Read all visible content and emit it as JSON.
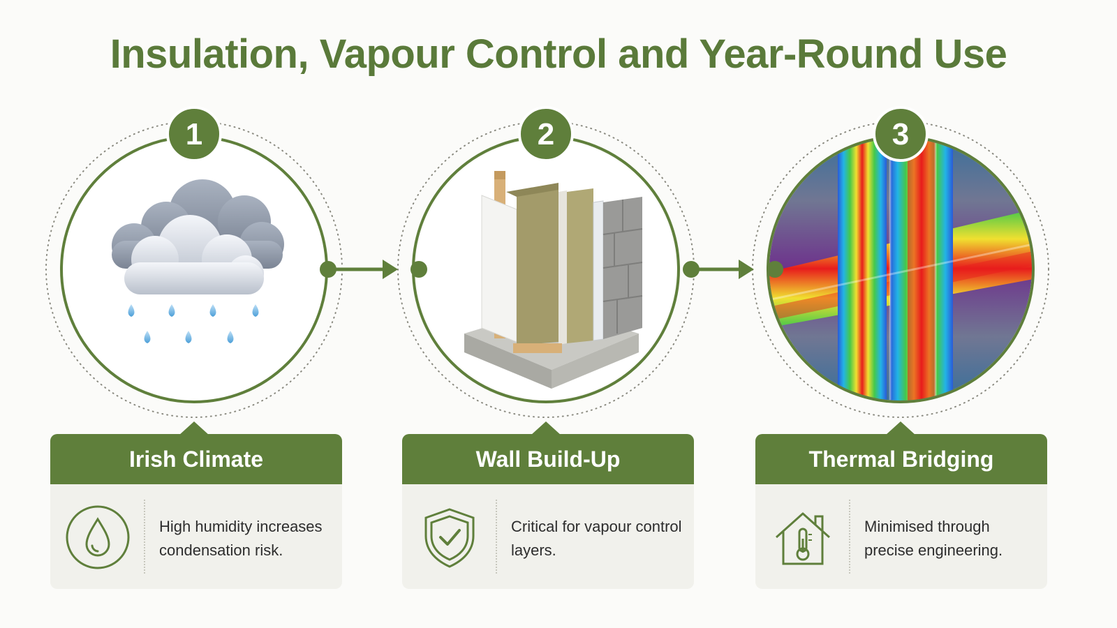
{
  "title": "Insulation, Vapour Control and Year-Round Use",
  "colors": {
    "brand_green": "#5f7f3b",
    "title_green": "#5a7a3a",
    "card_background": "#f1f1ec"
  },
  "steps": [
    {
      "number": "1",
      "heading": "Irish Climate",
      "text": "High humidity increases condensation risk.",
      "illustration": "rain-cloud",
      "icon": "water-drop-icon"
    },
    {
      "number": "2",
      "heading": "Wall Build-Up",
      "text": "Critical for vapour control layers.",
      "illustration": "wall-cross-section",
      "icon": "shield-check-icon"
    },
    {
      "number": "3",
      "heading": "Thermal Bridging",
      "text": "Minimised through precise engineering.",
      "illustration": "thermal-image",
      "icon": "house-thermometer-icon"
    }
  ]
}
